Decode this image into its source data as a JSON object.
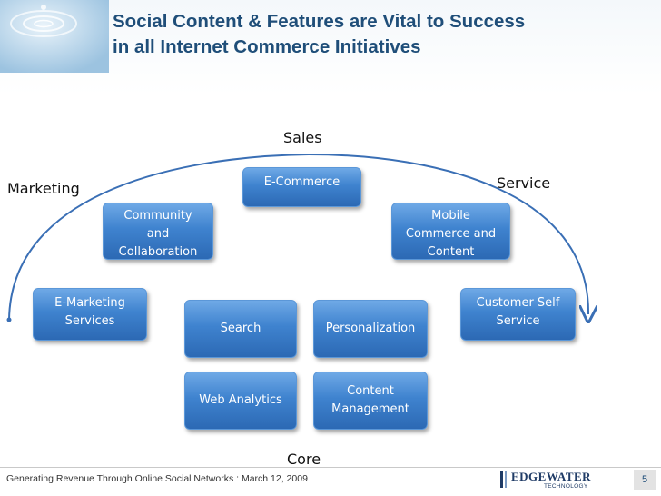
{
  "slide": {
    "title_line1": "Social Content & Features are Vital to Success",
    "title_line2": "in all Internet Commerce Initiatives"
  },
  "directions": {
    "sales": "Sales",
    "marketing": "Marketing",
    "service": "Service",
    "core": "Core"
  },
  "boxes": {
    "ecommerce": {
      "lines": [
        "E-Commerce"
      ]
    },
    "community": {
      "lines": [
        "Community",
        "and",
        "Collaboration"
      ]
    },
    "mobile": {
      "lines": [
        "Mobile",
        "Commerce and",
        "Content"
      ]
    },
    "emarketing": {
      "lines": [
        "E-Marketing",
        "Services"
      ]
    },
    "self_service": {
      "lines": [
        "Customer Self",
        "Service"
      ]
    },
    "search": {
      "lines": [
        "Search"
      ]
    },
    "personalization": {
      "lines": [
        "Personalization"
      ]
    },
    "web_analytics": {
      "lines": [
        "Web Analytics"
      ]
    },
    "content_mgmt": {
      "lines": [
        "Content",
        "Management"
      ]
    }
  },
  "footer": {
    "text": "Generating Revenue Through Online Social Networks : March 12, 2009",
    "logo_main": "EDGEWATER",
    "logo_sub": "TECHNOLOGY",
    "page_number": "5"
  },
  "colors": {
    "title": "#1f4e79",
    "box_fill": "#3f83cf",
    "arc": "#3a6fb5"
  }
}
